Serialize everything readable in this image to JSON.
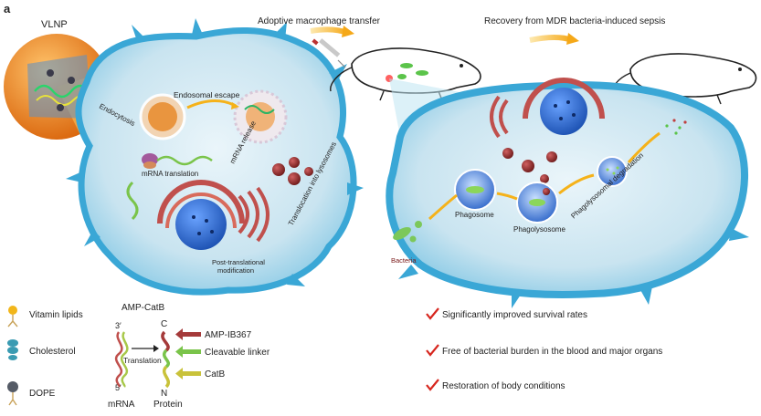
{
  "panel_letter": "a",
  "vlnp_title": "VLNP",
  "arrows": {
    "transfer": "Adoptive macrophage transfer",
    "recovery": "Recovery from MDR bacteria-induced sepsis"
  },
  "left_cell": {
    "endocytosis": "Endocytosis",
    "endosomal_escape": "Endosomal escape",
    "mrna_release": "mRNA release",
    "mrna_translation": "mRNA translation",
    "translocation": "Translocation into lysosomes",
    "ptm_line1": "Post-translational",
    "ptm_line2": "modification"
  },
  "right_cell": {
    "bacteria": "Bacteria",
    "phagosome": "Phagosome",
    "phagolysosome": "Phagolysosome",
    "degradation": "Phagolysosomal degradation"
  },
  "legend": {
    "vitamin_lipids": "Vitamin lipids",
    "cholesterol": "Cholesterol",
    "dope": "DOPE"
  },
  "construct": {
    "title": "AMP-CatB",
    "three_prime": "3′",
    "five_prime": "5′",
    "mrna": "mRNA",
    "translation": "Translation",
    "c_term": "C",
    "n_term": "N",
    "protein": "Protein",
    "amp": "AMP-IB367",
    "linker": "Cleavable linker",
    "catb": "CatB"
  },
  "outcomes": [
    "Significantly improved survival rates",
    "Free of bacterial burden in the blood and major organs",
    "Restoration of body conditions"
  ],
  "colors": {
    "membrane": "#4fb8df",
    "cytoplasm": "#d6ecf5",
    "nucleus": "#2f6fd8",
    "er": "#c0504d",
    "lysosome": "#9b2e2e",
    "vlnp_shell": "#f08a1e",
    "arrow": "#f5b21a",
    "check": "#d7261e"
  }
}
